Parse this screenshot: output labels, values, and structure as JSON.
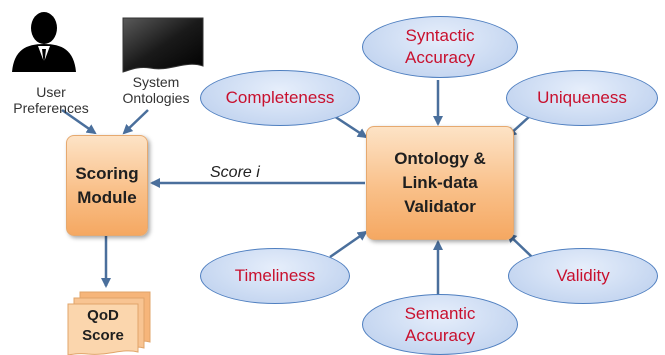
{
  "nodes": {
    "user_preferences": "User\nPreferences",
    "system_ontologies": "System\nOntologies",
    "scoring_module": "Scoring\nModule",
    "validator": "Ontology &\nLink-data\nValidator",
    "qod_score": "QoD\nScore"
  },
  "dimensions": {
    "syntactic_accuracy": "Syntactic\nAccuracy",
    "completeness": "Completeness",
    "uniqueness": "Uniqueness",
    "timeliness": "Timeliness",
    "validity": "Validity",
    "semantic_accuracy": "Semantic\nAccuracy"
  },
  "edges": {
    "score_label": "Score i"
  },
  "colors": {
    "orange_box": "#f9c089",
    "ellipse_fill": "#cddcf3",
    "ellipse_border": "#4f7fc0",
    "dimension_text": "#c8102e",
    "arrow": "#4a6f9c"
  },
  "icons": {
    "user": "user-silhouette-icon",
    "ontology": "document-stack-icon"
  }
}
